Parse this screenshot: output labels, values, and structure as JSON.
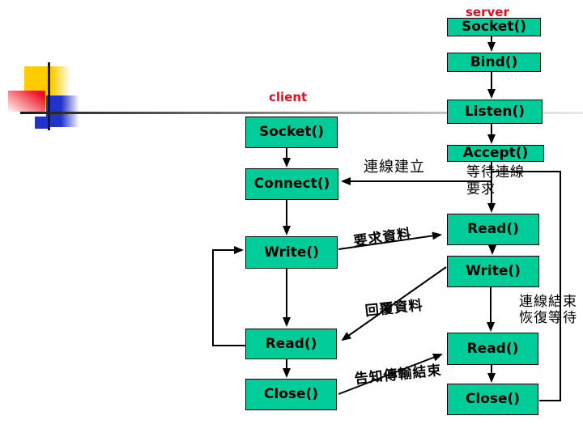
{
  "slide": {
    "colors": {
      "box_green": "#00CC99",
      "header_red": "#DD1021"
    },
    "server": {
      "label": "server",
      "boxes": {
        "socket": "Socket()",
        "bind": "Bind()",
        "listen": "Listen()",
        "accept": "Accept()",
        "read1": "Read()",
        "write": "Write()",
        "read2": "Read()",
        "close": "Close()"
      }
    },
    "client": {
      "label": "client",
      "boxes": {
        "socket": "Socket()",
        "connect": "Connect()",
        "write": "Write()",
        "read": "Read()",
        "close": "Close()"
      }
    },
    "annotations": {
      "connection_established": "連線建立",
      "wait_for_connection": "等待連線\n要求",
      "request_data": "要求資料",
      "reply_data": "回覆資料",
      "notify_transfer_end": "告知傳輸結束",
      "connection_end_resume_wait": "連線結束\n恢復等待"
    }
  }
}
